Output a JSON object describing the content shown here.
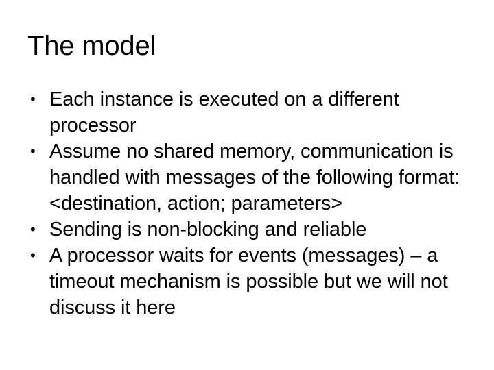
{
  "slide": {
    "title": "The model",
    "background_color": "#ffffff",
    "text_color": "#000000",
    "bullet_glyph": "•",
    "bullets": [
      {
        "text": "Each instance is executed on a different processor"
      },
      {
        "text": "Assume no shared memory, communication is handled with messages of the following format: <destination, action; parameters>"
      },
      {
        "text": "Sending is non-blocking and reliable"
      },
      {
        "text": "A processor waits for events (messages) – a timeout mechanism is possible but we will not discuss it here"
      }
    ]
  }
}
